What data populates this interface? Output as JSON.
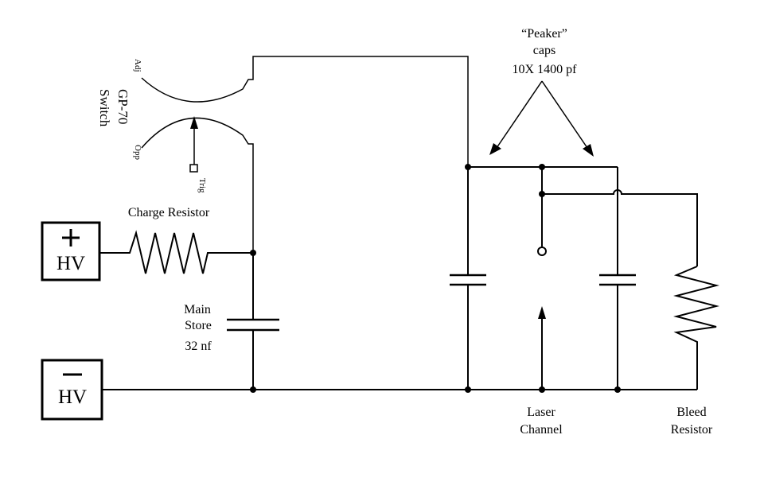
{
  "diagram": {
    "peaker_label_line1": "“Peaker”",
    "peaker_label_line2": "caps",
    "peaker_label_line3": "10X 1400 pf",
    "switch_name": "GP-70",
    "switch_word": "Switch",
    "switch_adj": "Adj",
    "switch_opp": "Opp",
    "switch_trig": "Trig",
    "charge_resistor": "Charge  Resistor",
    "hv_positive_sign": "+",
    "hv_positive": "HV",
    "hv_negative_sign": "−",
    "hv_negative": "HV",
    "main_store_line1": "Main",
    "main_store_line2": "Store",
    "main_store_value": "32 nf",
    "laser_line1": "Laser",
    "laser_line2": "Channel",
    "bleed_line1": "Bleed",
    "bleed_line2": "Resistor"
  }
}
